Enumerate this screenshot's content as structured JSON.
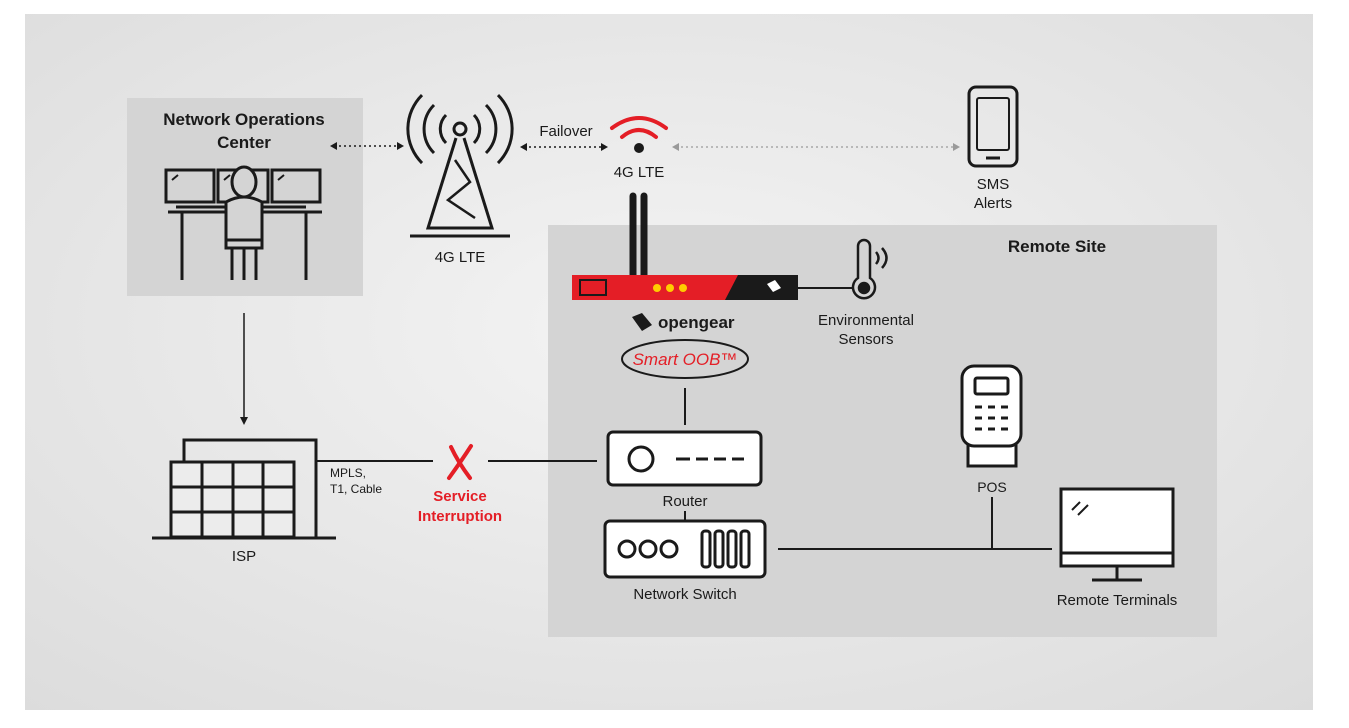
{
  "colors": {
    "accent_red": "#e41e26",
    "panel_gray": "#d4d4d4",
    "background_gray": "#ececec",
    "line_black": "#1a1a1a"
  },
  "noc": {
    "title_line1": "Network Operations",
    "title_line2": "Center"
  },
  "tower": {
    "label": "4G LTE",
    "icon": "cell-tower-icon"
  },
  "failover": {
    "label": "Failover"
  },
  "wifi": {
    "label": "4G LTE",
    "icon": "wireless-signal-icon"
  },
  "sms": {
    "line1": "SMS",
    "line2": "Alerts",
    "icon": "smartphone-icon"
  },
  "remote_site": {
    "title": "Remote Site"
  },
  "device": {
    "brand": "opengear",
    "product": "Smart OOB™"
  },
  "sensors": {
    "line1": "Environmental",
    "line2": "Sensors",
    "icon": "thermometer-icon"
  },
  "pos": {
    "label": "POS",
    "icon": "pos-terminal-icon"
  },
  "router": {
    "label": "Router",
    "icon": "router-icon"
  },
  "switch": {
    "label": "Network Switch",
    "icon": "network-switch-icon"
  },
  "terminals": {
    "label": "Remote Terminals",
    "icon": "monitor-icon"
  },
  "isp": {
    "label": "ISP",
    "icon": "building-icon"
  },
  "wan": {
    "line1": "MPLS,",
    "line2": "T1, Cable"
  },
  "outage": {
    "line1": "Service",
    "line2": "Interruption",
    "icon": "x-mark-icon"
  }
}
